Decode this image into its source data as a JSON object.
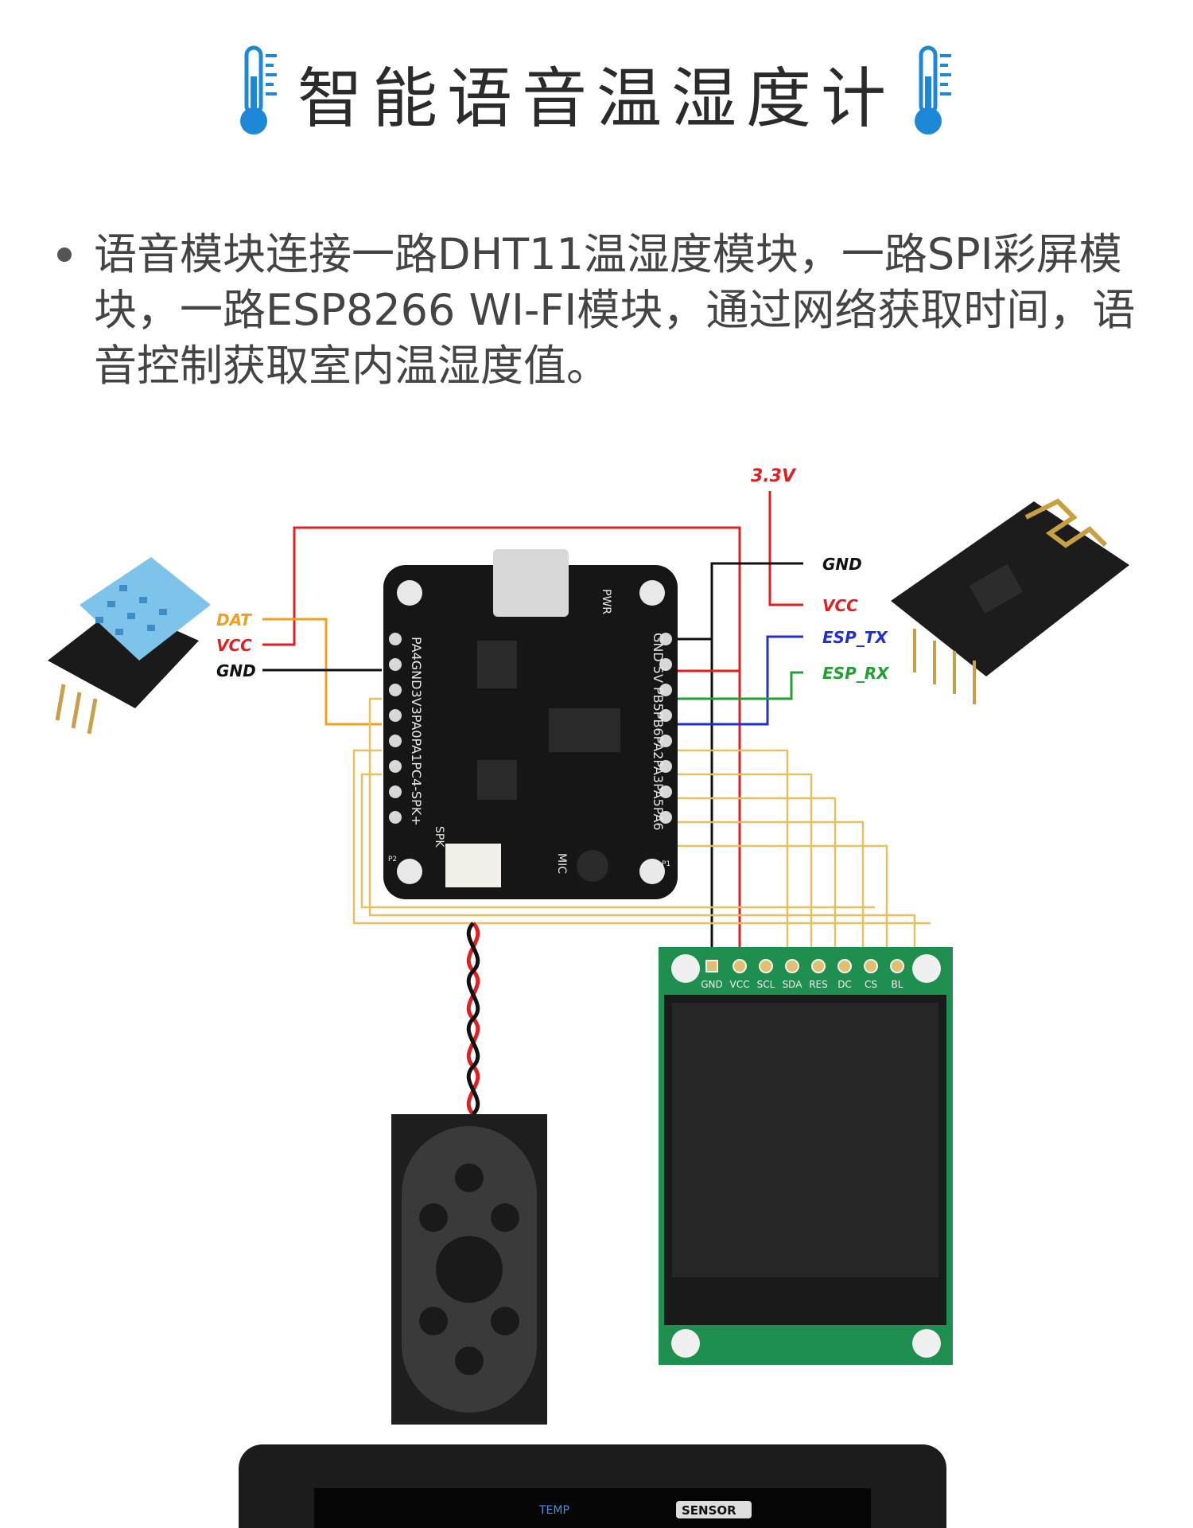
{
  "title": "智能语音温湿度计",
  "description": "语音模块连接一路DHT11温湿度模块，一路SPI彩屏模块，一路ESP8266 WI-FI模块，通过网络获取时间，语音控制获取室内温湿度值。",
  "icons": {
    "left": "thermometer-icon",
    "right": "thermometer-icon"
  },
  "dht11": {
    "pins": {
      "dat": "DAT",
      "vcc": "VCC",
      "gnd": "GND"
    }
  },
  "esp": {
    "supply": "3.3V",
    "pins": {
      "gnd": "GND",
      "vcc": "VCC",
      "tx": "ESP_TX",
      "rx": "ESP_RX"
    }
  },
  "board": {
    "left_pins": "PA4GND3V3PA0PA1PC4-SPK+",
    "right_pins": "GND 5V PB5PB6PA2PA3PA5PA6",
    "pwr": "PWR",
    "spk": "SPK",
    "mic": "MIC",
    "p1": "P1",
    "p2": "P2"
  },
  "lcd": {
    "pins": [
      "GND",
      "VCC",
      "SCL",
      "SDA",
      "RES",
      "DC",
      "CS",
      "BL"
    ]
  },
  "bottom_device": {
    "label_left": "TEMP",
    "label_right": "SENSOR"
  },
  "colors": {
    "red": "#e02020",
    "black": "#111111",
    "orange": "#f0a020",
    "blue": "#2030d0",
    "green": "#20a030",
    "yellow": "#e8c060",
    "title": "#2b2b2b",
    "thermo_blue": "#1e88d8"
  }
}
